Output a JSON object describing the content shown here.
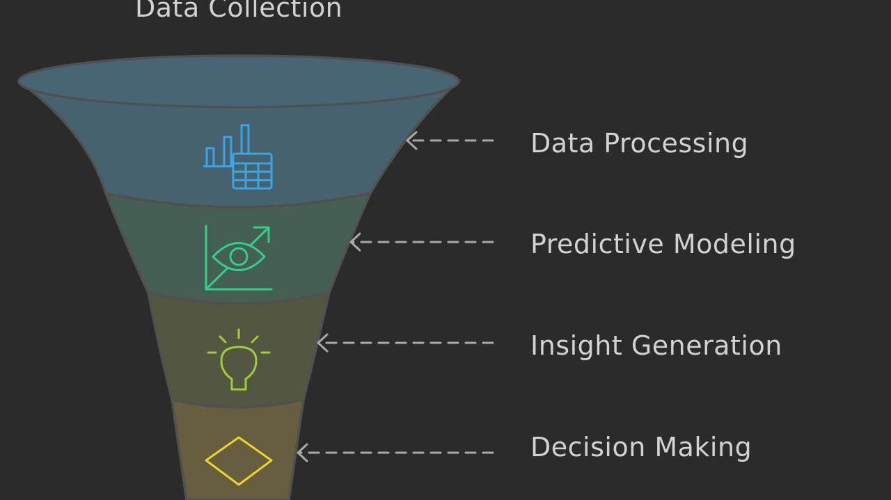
{
  "diagram": {
    "title": "Data Collection",
    "stages": [
      {
        "label": "Data Processing",
        "icon": "chart-table-icon",
        "fill": "#46626e",
        "icon_color": "#3aa6e8"
      },
      {
        "label": "Predictive Modeling",
        "icon": "eye-chart-icon",
        "fill": "#455f52",
        "icon_color": "#2ed18c"
      },
      {
        "label": "Insight Generation",
        "icon": "lightbulb-icon",
        "fill": "#535742",
        "icon_color": "#9bd22f"
      },
      {
        "label": "Decision Making",
        "icon": "diamond-icon",
        "fill": "#675e40",
        "icon_color": "#ecd525"
      }
    ],
    "colors": {
      "background": "#2b2b2b",
      "text": "#d2d2d2",
      "arrow": "#a9a9a9",
      "outline": "#505050"
    }
  }
}
